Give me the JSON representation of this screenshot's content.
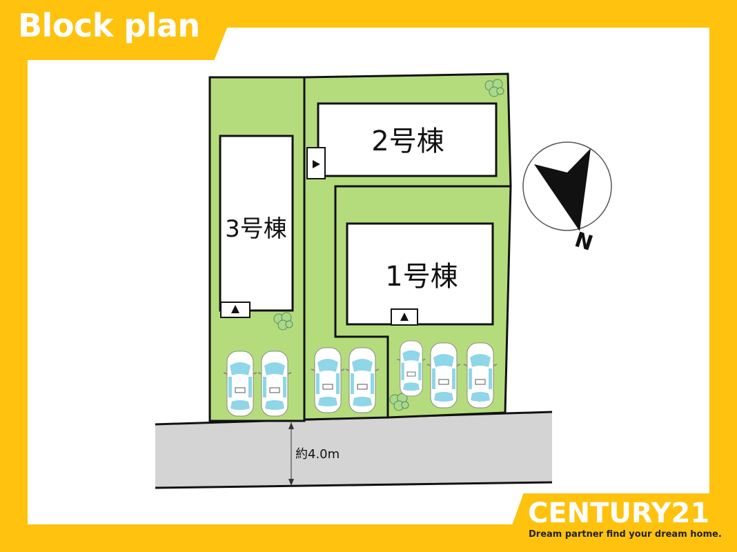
{
  "title": "Block plan",
  "buildings": {
    "b1": "1号棟",
    "b2": "2号棟",
    "b3": "3号棟"
  },
  "road": {
    "width_label": "約4.0m"
  },
  "compass": {
    "label": "N"
  },
  "brand": {
    "name": "CENTURY21",
    "tagline": "Dream partner find your dream home."
  },
  "colors": {
    "frame": "#ffc20e",
    "lot": "#b5dc7c",
    "road": "#d4d4d4",
    "car_glass": "#8fd6e8"
  }
}
